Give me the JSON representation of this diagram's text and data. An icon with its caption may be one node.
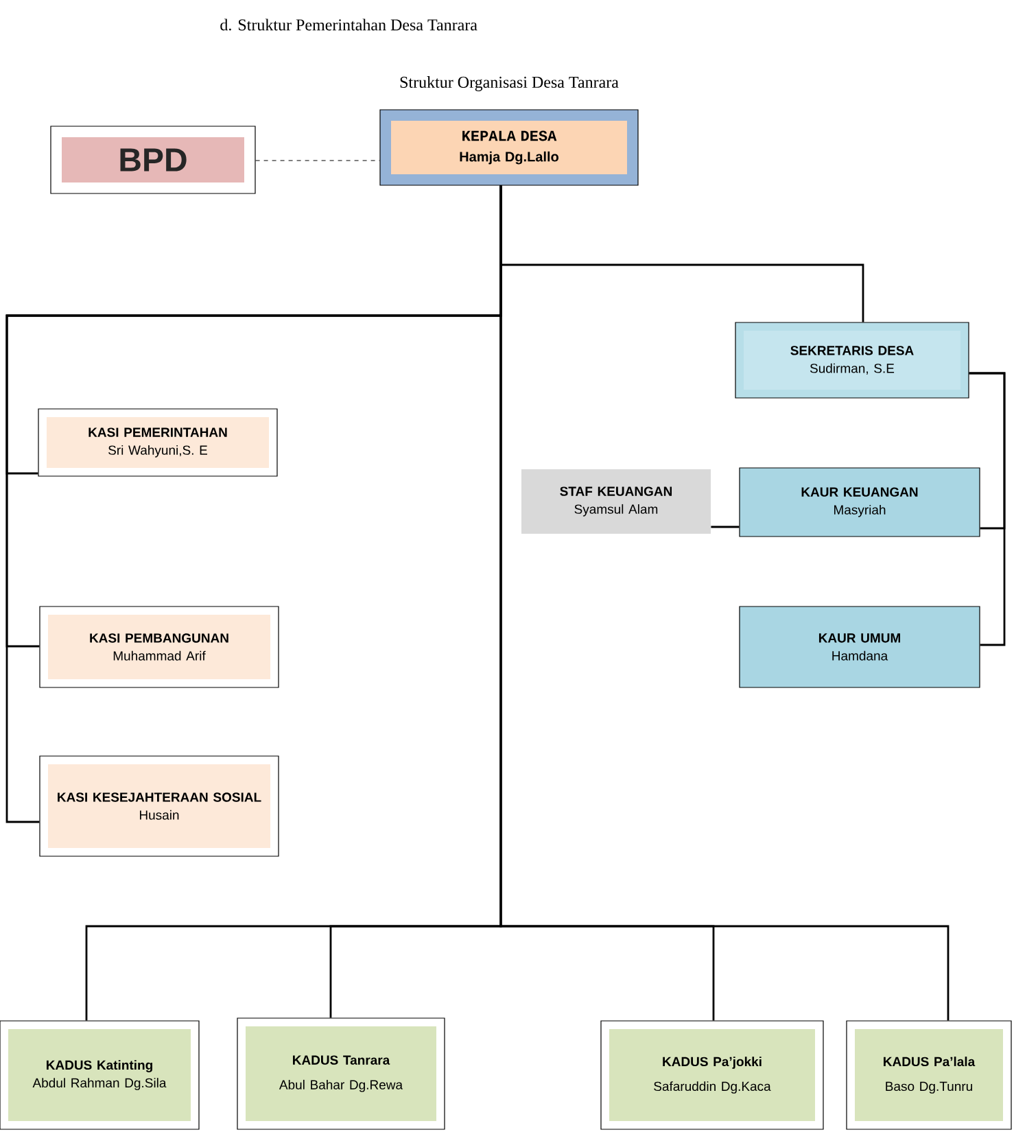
{
  "diagram": {
    "title": "Struktur Organisasi Desa Tanrara",
    "nodes": [
      {
        "text": [
          "KEPALA DESA",
          "Hamja Dg.Lallo"
        ]
      },
      {
        "text": [
          "BPD"
        ]
      },
      {
        "text": [
          "SEKRETARIS DESA",
          "Sudirman, S.E"
        ]
      },
      {
        "text": [
          "KASI  PEMERINTAHAN",
          "Sri Wahyuni,S. E"
        ]
      },
      {
        "text": [
          "STAF  KEUANGAN",
          "Syamsul Alam"
        ]
      },
      {
        "text": [
          "KAUR  KEUANGAN",
          "Masyriah"
        ]
      },
      {
        "text": [
          "KASI PEMBANGUNAN",
          "Muhammad Arif"
        ]
      },
      {
        "text": [
          "KAUR UMUM",
          "Hamdana"
        ]
      },
      {
        "text": [
          "KASI KESEJAHTERAAN SOSIAL",
          "Husain"
        ]
      },
      {
        "text": [
          "KADUS Katinting",
          "Abdul Rahman Dg.Sila"
        ]
      },
      {
        "text": [
          "KADUS Tanrara",
          "Abul Bahar Dg.Rewa"
        ]
      },
      {
        "text": [
          "KADUS Pa’jokki",
          "Safaruddin Dg.Kaca"
        ]
      },
      {
        "text": [
          "KADUS Pa’lala",
          "Baso Dg.Tunru"
        ]
      }
    ],
    "edges": [
      {
        "from": 1,
        "to": 0,
        "arrow": "none",
        "style": "dashed"
      },
      {
        "from": 0,
        "to": 2,
        "arrow": "none"
      },
      {
        "from": 0,
        "to": 3,
        "arrow": "none"
      },
      {
        "from": 0,
        "to": 6,
        "arrow": "none"
      },
      {
        "from": 0,
        "to": 8,
        "arrow": "none"
      },
      {
        "from": 2,
        "to": 5,
        "arrow": "none"
      },
      {
        "from": 2,
        "to": 7,
        "arrow": "none"
      },
      {
        "from": 4,
        "to": 5,
        "arrow": "none"
      },
      {
        "from": 0,
        "to": 9,
        "arrow": "none"
      },
      {
        "from": 0,
        "to": 10,
        "arrow": "none"
      },
      {
        "from": 0,
        "to": 11,
        "arrow": "none"
      },
      {
        "from": 0,
        "to": 12,
        "arrow": "none"
      }
    ],
    "labels": [
      "d.   Struktur Pemerintahan Desa Tanrara"
    ]
  }
}
